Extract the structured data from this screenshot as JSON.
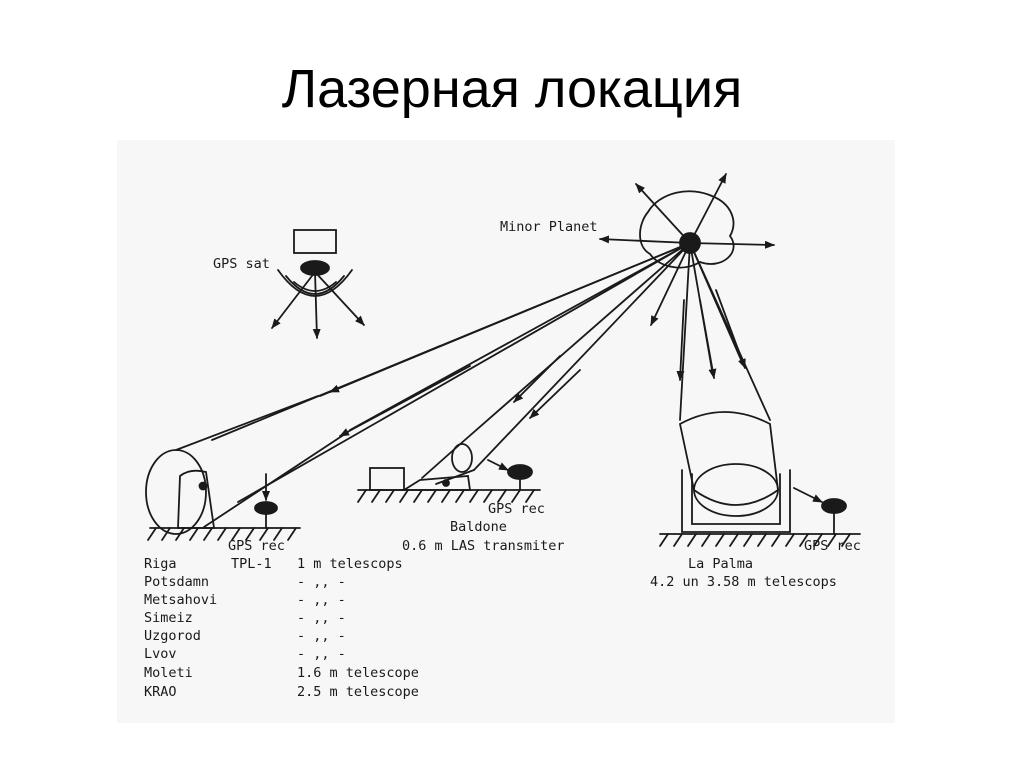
{
  "slide": {
    "title": "Лазерная локация"
  },
  "diagram": {
    "minor_planet_label": "Minor Planet",
    "gps_sat_label": "GPS sat",
    "gps_rec_label": "GPS rec",
    "baldone": {
      "name": "Baldone",
      "desc": "0.6 m LAS transmiter"
    },
    "la_palma": {
      "name": "La Palma",
      "desc": "4.2 un 3.58 m telescops"
    },
    "stations": [
      {
        "name": "Riga",
        "instrument": "TPL-1",
        "desc": "1 m telescops"
      },
      {
        "name": "Potsdamn",
        "desc": "- ,, -"
      },
      {
        "name": "Metsahovi",
        "desc": "- ,, -"
      },
      {
        "name": "Simeiz",
        "desc": "- ,, -"
      },
      {
        "name": "Uzgorod",
        "desc": "- ,, -"
      },
      {
        "name": "Lvov",
        "desc": "- ,, -"
      },
      {
        "name": "Moleti",
        "desc": "1.6 m telescope"
      },
      {
        "name": "KRAO",
        "desc": "2.5 m telescope"
      }
    ]
  },
  "colors": {
    "ink": "#1a1a1a",
    "paper": "#f7f7f7"
  }
}
